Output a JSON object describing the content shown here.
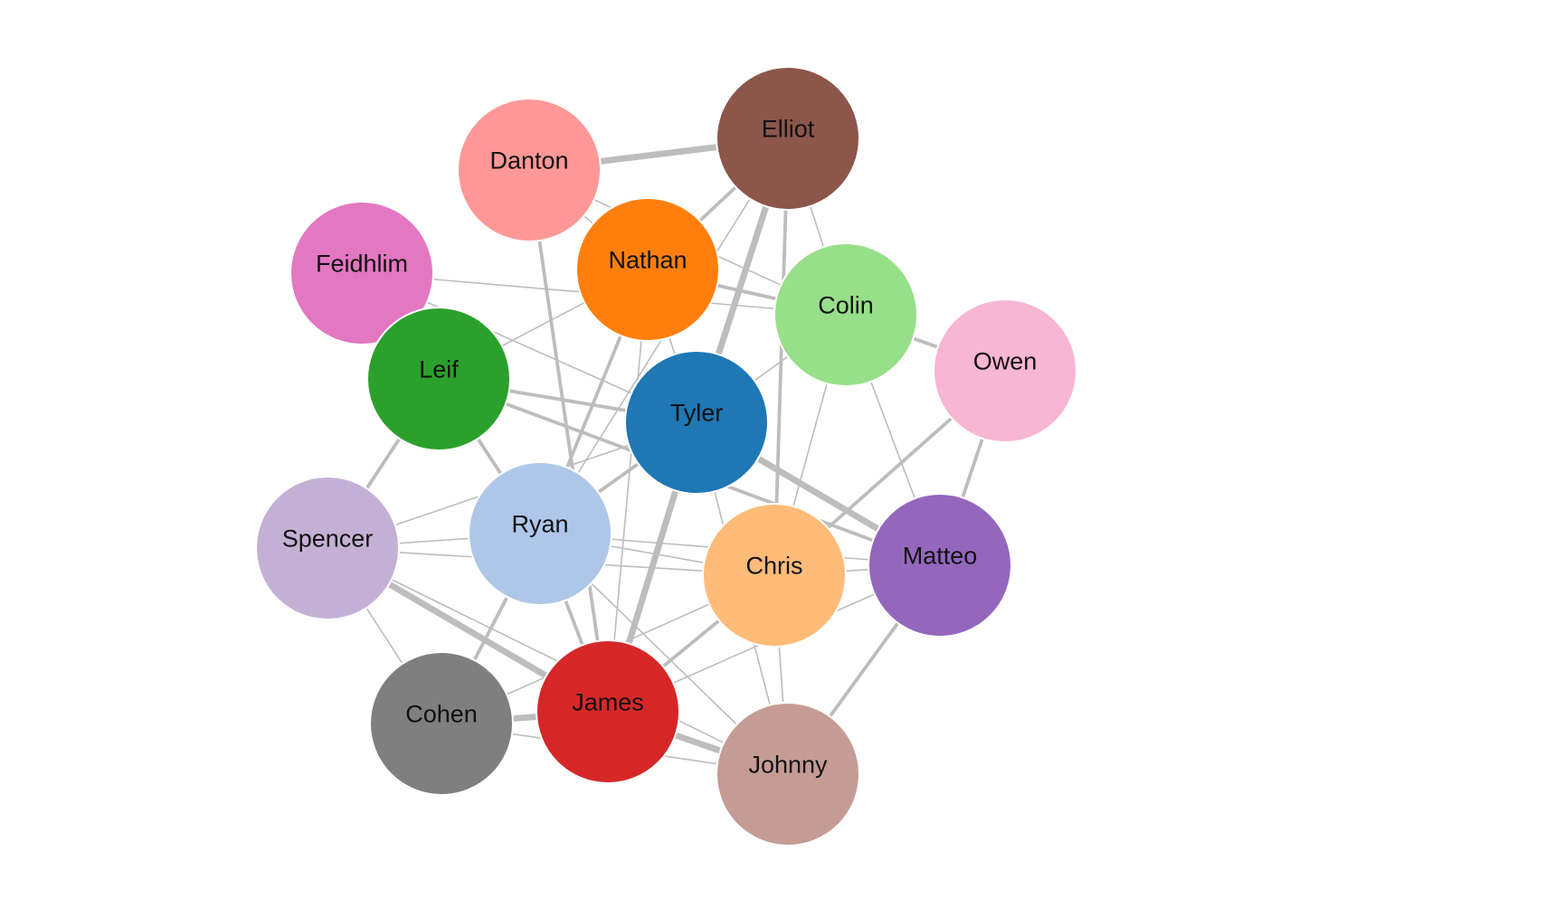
{
  "graph": {
    "edge_color": "#bdbdbd",
    "nodes": [
      {
        "id": "Danton",
        "label": "Danton",
        "color": "#ff9896"
      },
      {
        "id": "Elliot",
        "label": "Elliot",
        "color": "#8c564b"
      },
      {
        "id": "Nathan",
        "label": "Nathan",
        "color": "#ff7f0e"
      },
      {
        "id": "Feidhlim",
        "label": "Feidhlim",
        "color": "#e377c2"
      },
      {
        "id": "Colin",
        "label": "Colin",
        "color": "#98df8a"
      },
      {
        "id": "Owen",
        "label": "Owen",
        "color": "#f7b6d2"
      },
      {
        "id": "Leif",
        "label": "Leif",
        "color": "#2ca02c"
      },
      {
        "id": "Tyler",
        "label": "Tyler",
        "color": "#1f77b4"
      },
      {
        "id": "Spencer",
        "label": "Spencer",
        "color": "#c5b0d5"
      },
      {
        "id": "Ryan",
        "label": "Ryan",
        "color": "#aec7e8"
      },
      {
        "id": "Chris",
        "label": "Chris",
        "color": "#ffbb78"
      },
      {
        "id": "Matteo",
        "label": "Matteo",
        "color": "#9467bd"
      },
      {
        "id": "Cohen",
        "label": "Cohen",
        "color": "#7f7f7f"
      },
      {
        "id": "James",
        "label": "James",
        "color": "#d62728"
      },
      {
        "id": "Johnny",
        "label": "Johnny",
        "color": "#c49c94"
      }
    ],
    "edges": [
      {
        "source": "Danton",
        "target": "Elliot",
        "weight": 3
      },
      {
        "source": "Danton",
        "target": "Nathan",
        "weight": 1
      },
      {
        "source": "Danton",
        "target": "James",
        "weight": 2
      },
      {
        "source": "Danton",
        "target": "Colin",
        "weight": 1
      },
      {
        "source": "Elliot",
        "target": "Nathan",
        "weight": 2
      },
      {
        "source": "Elliot",
        "target": "Tyler",
        "weight": 3
      },
      {
        "source": "Elliot",
        "target": "Colin",
        "weight": 1
      },
      {
        "source": "Elliot",
        "target": "Chris",
        "weight": 2
      },
      {
        "source": "Elliot",
        "target": "Ryan",
        "weight": 1
      },
      {
        "source": "Nathan",
        "target": "Colin",
        "weight": 2
      },
      {
        "source": "Nathan",
        "target": "Ryan",
        "weight": 2
      },
      {
        "source": "Nathan",
        "target": "James",
        "weight": 1
      },
      {
        "source": "Nathan",
        "target": "Tyler",
        "weight": 1
      },
      {
        "source": "Nathan",
        "target": "Leif",
        "weight": 1
      },
      {
        "source": "Feidhlim",
        "target": "Colin",
        "weight": 1
      },
      {
        "source": "Feidhlim",
        "target": "Tyler",
        "weight": 1
      },
      {
        "source": "Colin",
        "target": "Owen",
        "weight": 2
      },
      {
        "source": "Colin",
        "target": "Matteo",
        "weight": 1
      },
      {
        "source": "Colin",
        "target": "Chris",
        "weight": 1
      },
      {
        "source": "Colin",
        "target": "Tyler",
        "weight": 1
      },
      {
        "source": "Owen",
        "target": "Matteo",
        "weight": 2
      },
      {
        "source": "Owen",
        "target": "Chris",
        "weight": 2
      },
      {
        "source": "Leif",
        "target": "Tyler",
        "weight": 2
      },
      {
        "source": "Leif",
        "target": "Matteo",
        "weight": 2
      },
      {
        "source": "Leif",
        "target": "Ryan",
        "weight": 2
      },
      {
        "source": "Leif",
        "target": "Spencer",
        "weight": 2
      },
      {
        "source": "Tyler",
        "target": "Matteo",
        "weight": 3
      },
      {
        "source": "Tyler",
        "target": "Ryan",
        "weight": 2
      },
      {
        "source": "Tyler",
        "target": "James",
        "weight": 3
      },
      {
        "source": "Tyler",
        "target": "Johnny",
        "weight": 1
      },
      {
        "source": "Tyler",
        "target": "Spencer",
        "weight": 1
      },
      {
        "source": "Spencer",
        "target": "Ryan",
        "weight": 1
      },
      {
        "source": "Spencer",
        "target": "Chris",
        "weight": 1
      },
      {
        "source": "Spencer",
        "target": "James",
        "weight": 3
      },
      {
        "source": "Spencer",
        "target": "Johnny",
        "weight": 1
      },
      {
        "source": "Spencer",
        "target": "Cohen",
        "weight": 1
      },
      {
        "source": "Ryan",
        "target": "Chris",
        "weight": 1
      },
      {
        "source": "Ryan",
        "target": "Matteo",
        "weight": 1
      },
      {
        "source": "Ryan",
        "target": "James",
        "weight": 2
      },
      {
        "source": "Ryan",
        "target": "Cohen",
        "weight": 2
      },
      {
        "source": "Ryan",
        "target": "Johnny",
        "weight": 1
      },
      {
        "source": "Chris",
        "target": "Matteo",
        "weight": 1
      },
      {
        "source": "Chris",
        "target": "James",
        "weight": 2
      },
      {
        "source": "Chris",
        "target": "Johnny",
        "weight": 1
      },
      {
        "source": "Chris",
        "target": "Cohen",
        "weight": 1
      },
      {
        "source": "Matteo",
        "target": "Johnny",
        "weight": 2
      },
      {
        "source": "Matteo",
        "target": "James",
        "weight": 1
      },
      {
        "source": "Cohen",
        "target": "James",
        "weight": 3
      },
      {
        "source": "Cohen",
        "target": "Johnny",
        "weight": 1
      },
      {
        "source": "James",
        "target": "Johnny",
        "weight": 3
      }
    ]
  }
}
